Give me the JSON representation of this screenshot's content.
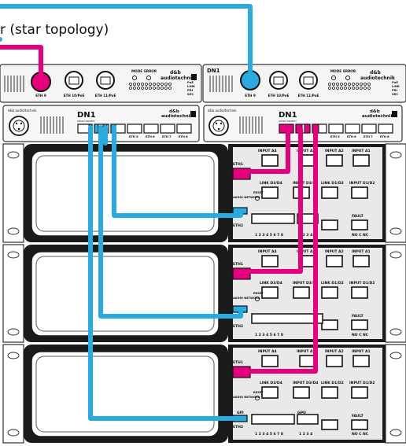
{
  "caption": "r (star topology)",
  "colors": {
    "blue": "#29abe2",
    "pink": "#e6007e",
    "case": "#1a1a1a",
    "frame": "#555555"
  },
  "switch": {
    "model": "DN1",
    "brand_top": "d&b",
    "brand": "audiotechnik",
    "eth9": "ETH 9",
    "eth10": "ETH 10/PoE",
    "eth11": "ETH 11/PoE",
    "mode": "MODE",
    "error": "ERROR",
    "poe": "PoE",
    "link": "LINK",
    "pri": "PRI",
    "sec": "SEC",
    "front_title": "d&b audio/technik",
    "front_sub": "AUDIO SWITCH",
    "front_model": "DN1",
    "front_model_sub": "AUDIO SWITCH",
    "port_labels": [
      "ETH 5",
      "ETH 6",
      "ETH 7",
      "ETH 8"
    ]
  },
  "amp": {
    "inputs": [
      "INPUT A4",
      "INPUT A3",
      "INPUT A2",
      "INPUT A1"
    ],
    "links": [
      "LINK D3/D4",
      "INPUT D3/D4",
      "LINK D1/D2",
      "INPUT D1/D2"
    ],
    "eth1": "ETH1",
    "eth2": "ETH2",
    "reset": "RESET",
    "audio_network": "AUDIO NETWORK",
    "gpi": "GPI",
    "gpo": "GPO",
    "fault": "FAULT",
    "nonc": "NO C NC",
    "gpi_pins": "1 2 3 4 5 6 7 8",
    "gpo_pins": "1 2 3 4"
  }
}
